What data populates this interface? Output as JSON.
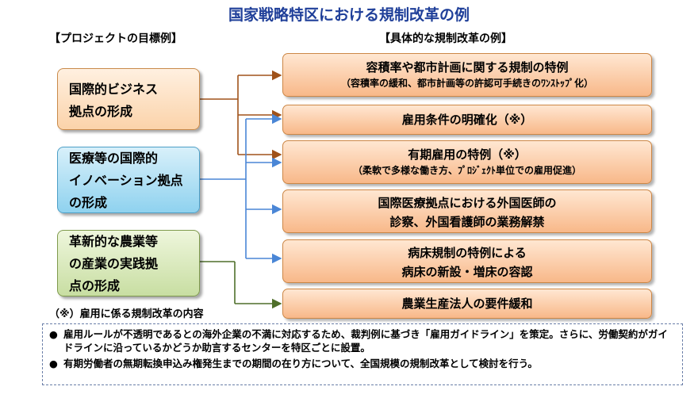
{
  "title": "国家戦略特区における規制改革の例",
  "left_header": "【プロジェクトの目標例】",
  "right_header": "【具体的な規制改革の例】",
  "goals": [
    {
      "lines": [
        "国際的ビジネス",
        "拠点の形成"
      ],
      "color": "#fbd3aa"
    },
    {
      "lines": [
        "医療等の国際的",
        "イノベーション拠点",
        "の形成"
      ],
      "color": "#8fd2ef"
    },
    {
      "lines": [
        "革新的な農業等",
        "の産業の実践拠",
        "点の形成"
      ],
      "color": "#c8dea2"
    }
  ],
  "examples": [
    {
      "line1": "容積率や都市計画に関する規制の特例",
      "line2": "（容積率の緩和、都市計画等の許認可手続きのﾜﾝｽﾄｯﾌﾟ化）"
    },
    {
      "line1": "雇用条件の明確化（※）",
      "line2": ""
    },
    {
      "line1": "有期雇用の特例（※）",
      "line2": "（柔軟で多様な働き方、ﾌﾟﾛｼﾞｪｸﾄ単位での雇用促進）"
    },
    {
      "line1": "国際医療拠点における外国医師の",
      "line2": "診察、外国看護師の業務解禁"
    },
    {
      "line1": "病床規制の特例による",
      "line2": "病床の新設・増床の容認"
    },
    {
      "line1": "農業生産法人の要件緩和",
      "line2": ""
    }
  ],
  "note_label": "（※）雇用に係る規制改革の内容",
  "notes": [
    {
      "text": "雇用ルールが不透明であるとの海外企業の不満に対応するため、裁判例に基づき「雇用ガイドライン」を策定。さらに、労働契約がガイドラインに沿っているかどうか助言するセンターを特区ごとに設置。"
    },
    {
      "text": "有期労働者の無期転換申込み権発生までの期間の在り方について、全国規模の規制改革として検討を行う。"
    }
  ],
  "arrow_colors": {
    "business": "#a0521a",
    "medical": "#4a86d6",
    "agri": "#4f6f2a"
  }
}
